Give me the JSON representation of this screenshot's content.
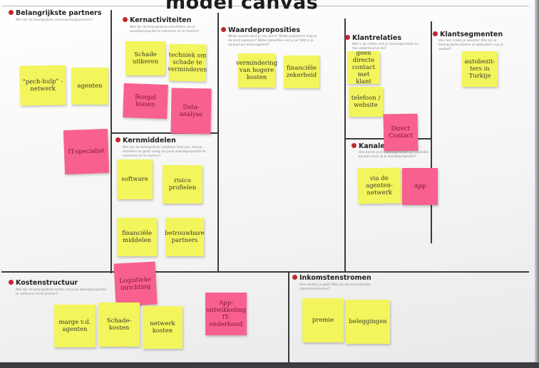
{
  "canvas": {
    "title": "model canvas"
  },
  "sections": {
    "partners": {
      "title": "Belangrijkste partners",
      "desc": "Wie zijn de belangrijkste samenwerkingspartners?"
    },
    "activities": {
      "title": "Kernactiviteiten",
      "desc": "Wat zijn de belangrijkste activiteiten om je waardepropositie te realiseren en te leveren?"
    },
    "value": {
      "title": "Waardeproposities",
      "desc": "Welke waarde bied je aan klant? Welke problemen help je de klant oplossen? Welke behoeften vervul je? Wat is je aanbod per klantsegment?"
    },
    "relations": {
      "title": "Klantrelaties",
      "desc": "Wat is de relatie met je klantsegmenten en hoe onderhoud je die?"
    },
    "segments": {
      "title": "Klantsegmenten",
      "desc": "Voor wie creëer je waarde? Wie zijn je belangrijkste klanten en gebruikers van je aanbod?"
    },
    "resources": {
      "title": "Kernmiddelen",
      "desc": "Wat zijn de belangrijkste middelen (mensen, kennis, middelen en geld) nodig om jouw waardepropositie te realiseren en te leveren?"
    },
    "channels": {
      "title": "Kanalen",
      "desc": "Hoe bereik je je klantsegmenten en via welke kanalen lever je je waardepropositie?"
    },
    "costs": {
      "title": "Kostenstructuur",
      "desc": "Wat zijn de belangrijkste kosten om jouw waardepropositie te realiseren en te leveren?"
    },
    "revenue": {
      "title": "Inkomstenstromen",
      "desc": "Hoe verdien je geld? Wat zijn de verschillende inkomstenstromen?"
    }
  },
  "notes": {
    "pech_hulp": "\"pech-hulp\" -netwerk",
    "agenten": "agenten",
    "it_specialist": "IT-specialist",
    "schade_uitkeren": "Schade uitkeren",
    "techniek": "techniek om schade te verminderen",
    "bongal_leasen": "Bongal leasen",
    "data_analyse": "Data-analyse",
    "software": "software",
    "risico": "risico profielen",
    "financiele_middelen": "financiële middelen",
    "betrouwbare_partners": "betrouwbare partners",
    "logistieke": "Logistieke inrichting",
    "verminderen": "vermindering van hogere kosten",
    "financiele_zekerheid": "financiële zekerheid",
    "geen_directe": "geen directe contact met klant",
    "telefoon": "telefoon / website",
    "direct_contact": "Direct Contact",
    "via_agenten": "via de agenten-netwerk",
    "app": "App",
    "autobezitters": "autobezit-ters in Turkije",
    "marge": "marge v.d. agenten",
    "schadekosten": "Schade-kosten",
    "netwerkkosten": "netwerk kosten",
    "app_ontwikkeling": "App-ontwikkeling IT-onderhoud",
    "premie": "premie",
    "beleggingen": "beleggingen"
  },
  "colors": {
    "sticky_yellow": "#f3f55c",
    "sticky_pink": "#f8618f",
    "section_dot": "#c0272d"
  }
}
